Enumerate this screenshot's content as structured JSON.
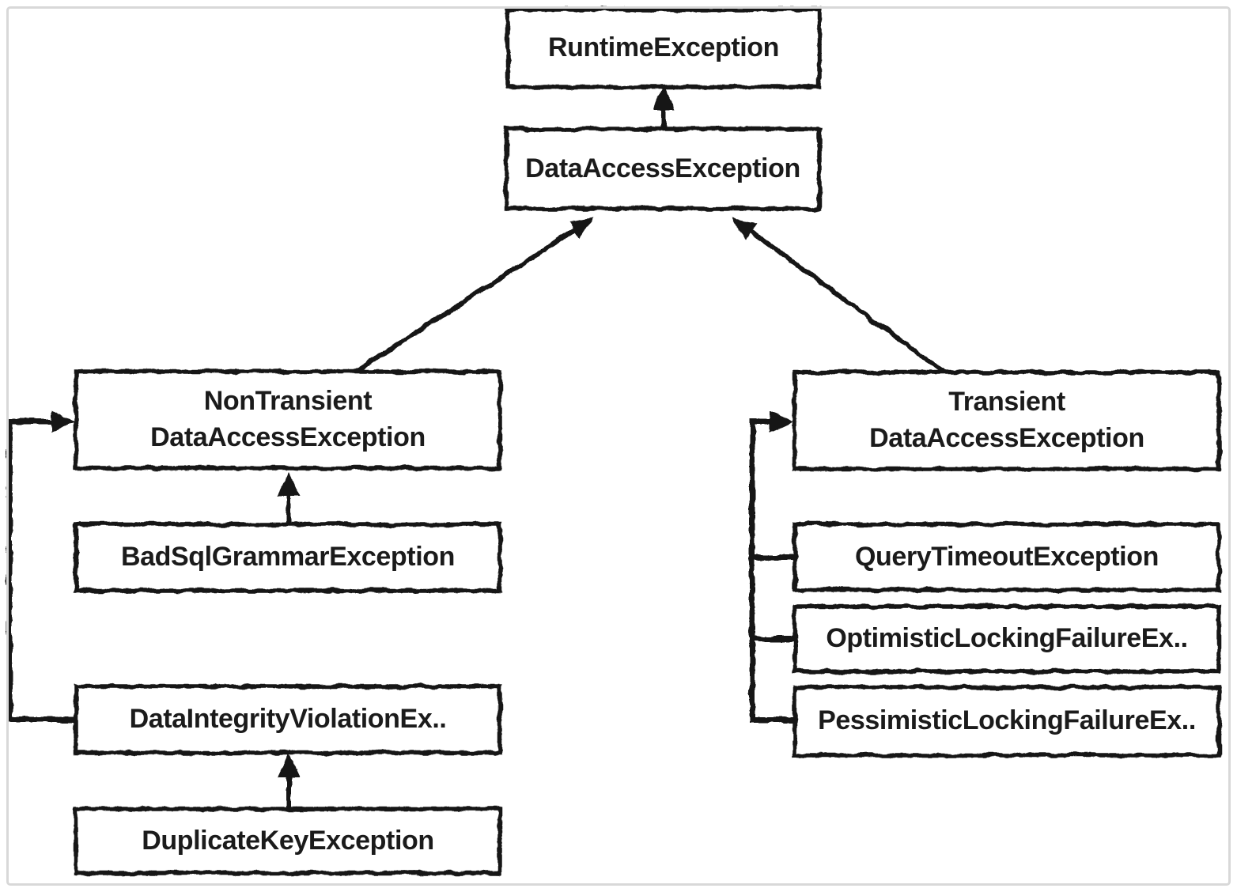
{
  "diagram": {
    "nodes": {
      "runtime_exception": {
        "label": "RuntimeException"
      },
      "data_access_exception": {
        "label": "DataAccessException"
      },
      "non_transient_data_access_exception": {
        "label": "NonTransient\nDataAccessException"
      },
      "bad_sql_grammar_exception": {
        "label": "BadSqlGrammarException"
      },
      "data_integrity_violation_exception": {
        "label": "DataIntegrityViolationEx.."
      },
      "duplicate_key_exception": {
        "label": "DuplicateKeyException"
      },
      "transient_data_access_exception": {
        "label": "Transient\nDataAccessException"
      },
      "query_timeout_exception": {
        "label": "QueryTimeoutException"
      },
      "optimistic_locking_failure_exception": {
        "label": "OptimisticLockingFailureEx.."
      },
      "pessimistic_locking_failure_exception": {
        "label": "PessimisticLockingFailureEx.."
      }
    },
    "colors": {
      "stroke": "#161616",
      "text": "#1b1b1b",
      "canvas_background": "#ffffff",
      "frame_border": "#d8d8d8"
    }
  }
}
